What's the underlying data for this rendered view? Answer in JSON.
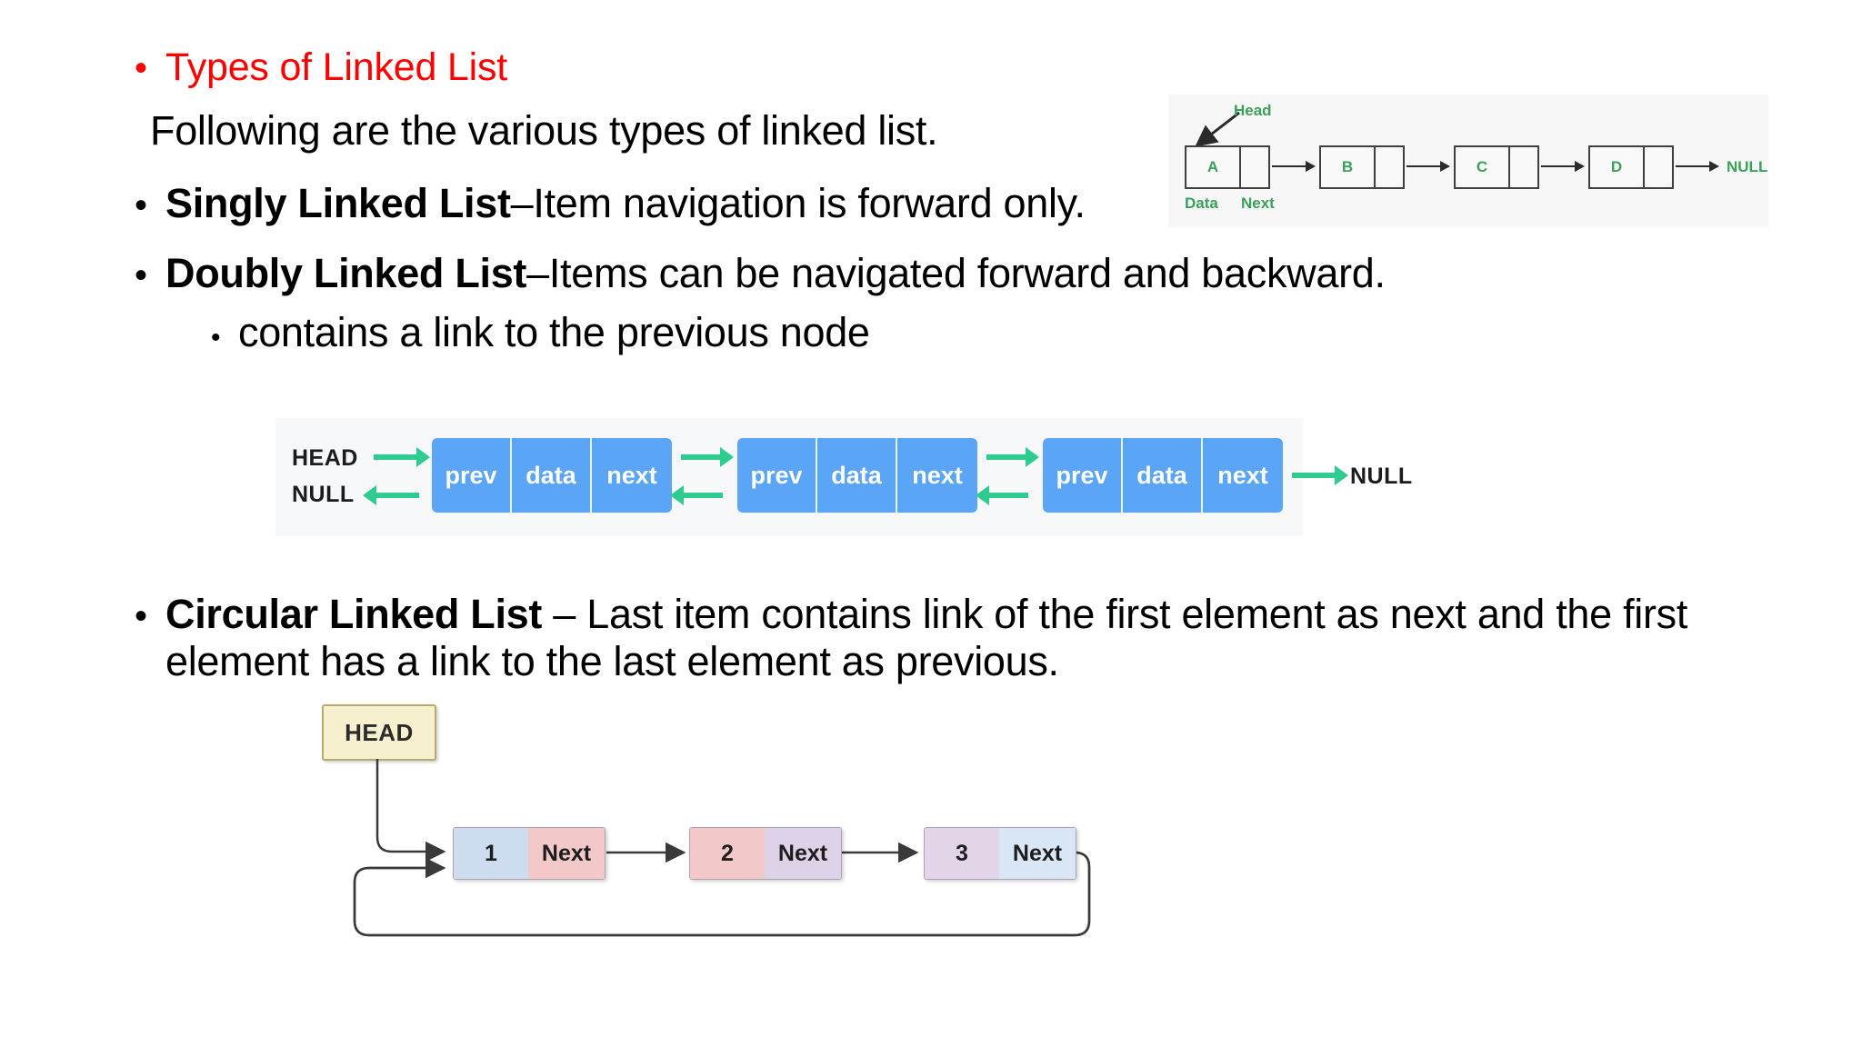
{
  "slide": {
    "heading": "Types of Linked List",
    "intro": "Following are the various types of linked list.",
    "items": [
      {
        "term": "Singly Linked List",
        "dash": " – ",
        "desc": "Item navigation is forward only."
      },
      {
        "term": "Doubly Linked List",
        "dash": " – ",
        "desc": "Items can be navigated forward and backward."
      },
      {
        "term": "Circular Linked List",
        "dash": " – ",
        "desc": "Last item contains link of the first element as next and the first element has a link to the last element as previous."
      }
    ],
    "sub_item": "contains a link to the previous node",
    "colors": {
      "heading": "#ff0000",
      "body_text": "#000000",
      "singly_accent": "#3aa05a",
      "doubly_node": "#5aa5f5",
      "doubly_arrow": "#2ecc8f",
      "circular_head": "#f7f0cf"
    }
  },
  "singly_diagram": {
    "head_label": "Head",
    "data_label": "Data",
    "next_label": "Next",
    "null_label": "NULL",
    "nodes": [
      "A",
      "B",
      "C",
      "D"
    ]
  },
  "doubly_diagram": {
    "head_label": "HEAD",
    "null_left_label": "NULL",
    "null_right_label": "NULL",
    "cells": [
      "prev",
      "data",
      "next"
    ],
    "node_count": 3
  },
  "circular_diagram": {
    "head_label": "HEAD",
    "next_label": "Next",
    "nodes": [
      {
        "value": "1",
        "data_color": "#cddcef",
        "next_color": "#f3c8c8"
      },
      {
        "value": "2",
        "data_color": "#f3c8c8",
        "next_color": "#ded2e8"
      },
      {
        "value": "3",
        "data_color": "#e3d5e8",
        "next_color": "#d9e6f6"
      }
    ]
  }
}
